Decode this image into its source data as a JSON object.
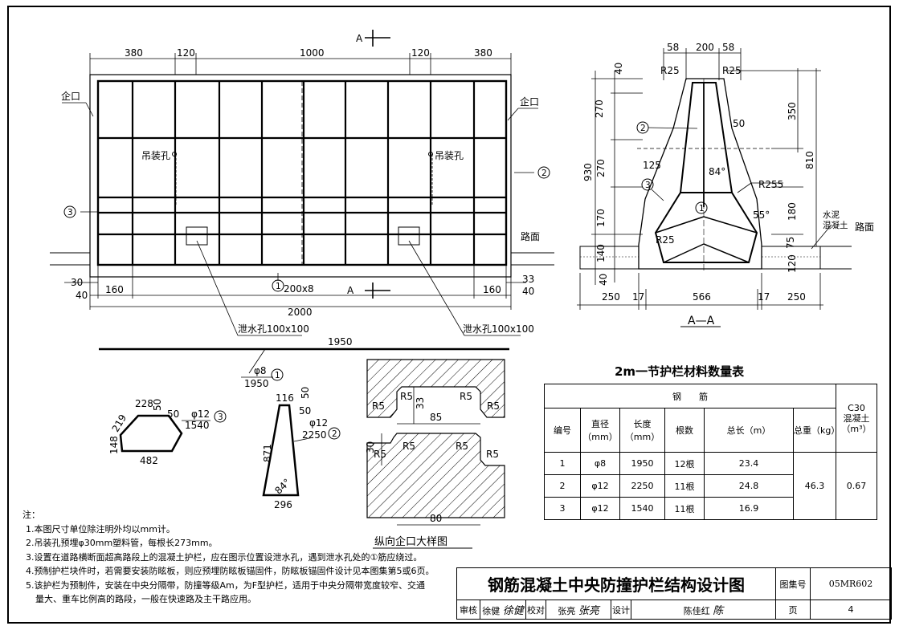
{
  "elevation": {
    "section_mark": "A",
    "dims_top": [
      "380",
      "120",
      "1000",
      "120",
      "380"
    ],
    "dim_bottom_row1": "200x8",
    "dim_left_30": "30",
    "dim_left_40": "40",
    "dim_right_33": "33",
    "dim_right_40": "40",
    "dim_160_left": "160",
    "dim_160_right": "160",
    "dim_2000": "2000",
    "dim_1950": "1950",
    "label_notch_left": "企口",
    "label_notch_right": "企口",
    "label_lift_hole": "吊装孔",
    "label_drain": "泄水孔100x100",
    "label_road": "路面",
    "circle_1": "1",
    "circle_2": "2",
    "circle_3": "3"
  },
  "section": {
    "title": "A—A",
    "dims": {
      "top_58a": "58",
      "top_200": "200",
      "top_58b": "58",
      "r25a": "R25",
      "r25b": "R25",
      "r25c": "R25",
      "v40": "40",
      "v270a": "270",
      "v270b": "270",
      "v170": "170",
      "v140": "140",
      "v40b": "40",
      "v930": "930",
      "v350": "350",
      "v810": "810",
      "v180": "180",
      "v75": "75",
      "v120": "120",
      "d125": "125",
      "d50": "50",
      "a84": "84°",
      "r255": "R255",
      "a55": "55°",
      "b250a": "250",
      "b17a": "17",
      "b566": "566",
      "b17b": "17",
      "b250b": "250"
    },
    "label_cement": "水泥混凝土",
    "label_road": "路面",
    "circle_1": "1",
    "circle_2": "2",
    "circle_3": "3"
  },
  "bars": {
    "bar1_label": "φ8",
    "bar1_len": "1950",
    "bar1_num": "1",
    "bar1_length_dim": "1950",
    "bar3": {
      "top": "228",
      "side_l": "219",
      "side_r": "50",
      "height": "148",
      "bottom": "482",
      "dia": "φ12",
      "len": "1540",
      "num": "3"
    },
    "bar2": {
      "top": "116",
      "r50a": "50",
      "r50b": "50",
      "height": "871",
      "angle": "84°",
      "bottom": "296",
      "dia": "φ12",
      "len": "2250",
      "num": "2"
    }
  },
  "notch_detail": {
    "title": "纵向企口大样图",
    "r5": "R5",
    "d33": "33",
    "d85": "85",
    "d30": "30",
    "d80": "80"
  },
  "table": {
    "title": "2m一节护栏材料数量表",
    "group_header": "钢　　筋",
    "concrete_header": "C30混凝土（m³）",
    "headers": [
      "编号",
      "直径（mm）",
      "长度（mm）",
      "根数",
      "总长（m）",
      "总重（kg）"
    ],
    "rows": [
      {
        "no": "1",
        "dia": "φ8",
        "len": "1950",
        "count": "12根",
        "total": "23.4"
      },
      {
        "no": "2",
        "dia": "φ12",
        "len": "2250",
        "count": "11根",
        "total": "24.8"
      },
      {
        "no": "3",
        "dia": "φ12",
        "len": "1540",
        "count": "11根",
        "total": "16.9"
      }
    ],
    "weight": "46.3",
    "concrete": "0.67"
  },
  "notes": {
    "heading": "注：",
    "items": [
      "1.本图尺寸单位除注明外均以mm计。",
      "2.吊装孔预埋φ30mm塑料管，每根长273mm。",
      "3.设置在道路横断面超高路段上的混凝土护栏，应在图示位置设泄水孔，遇到泄水孔处的①筋应绕过。",
      "4.预制护栏块件时，若需要安装防眩板，则应预埋防眩板锚固件，防眩板锚固件设计见本图集第5或6页。",
      "5.该护栏为预制件，安装在中央分隔带，防撞等级Am，为F型护栏，适用于中央分隔带宽度较窄、交通",
      "量大、重车比例高的路段，一般在快速路及主干路应用。"
    ]
  },
  "title_block": {
    "title": "钢筋混凝土中央防撞护栏结构设计图",
    "atlas_label": "图集号",
    "atlas_no": "05MR602",
    "review_label": "审核",
    "reviewer": "徐健",
    "check_label": "校对",
    "checker": "张亮",
    "design_label": "设计",
    "designer": "陈佳红",
    "page_label": "页",
    "page_no": "4"
  }
}
